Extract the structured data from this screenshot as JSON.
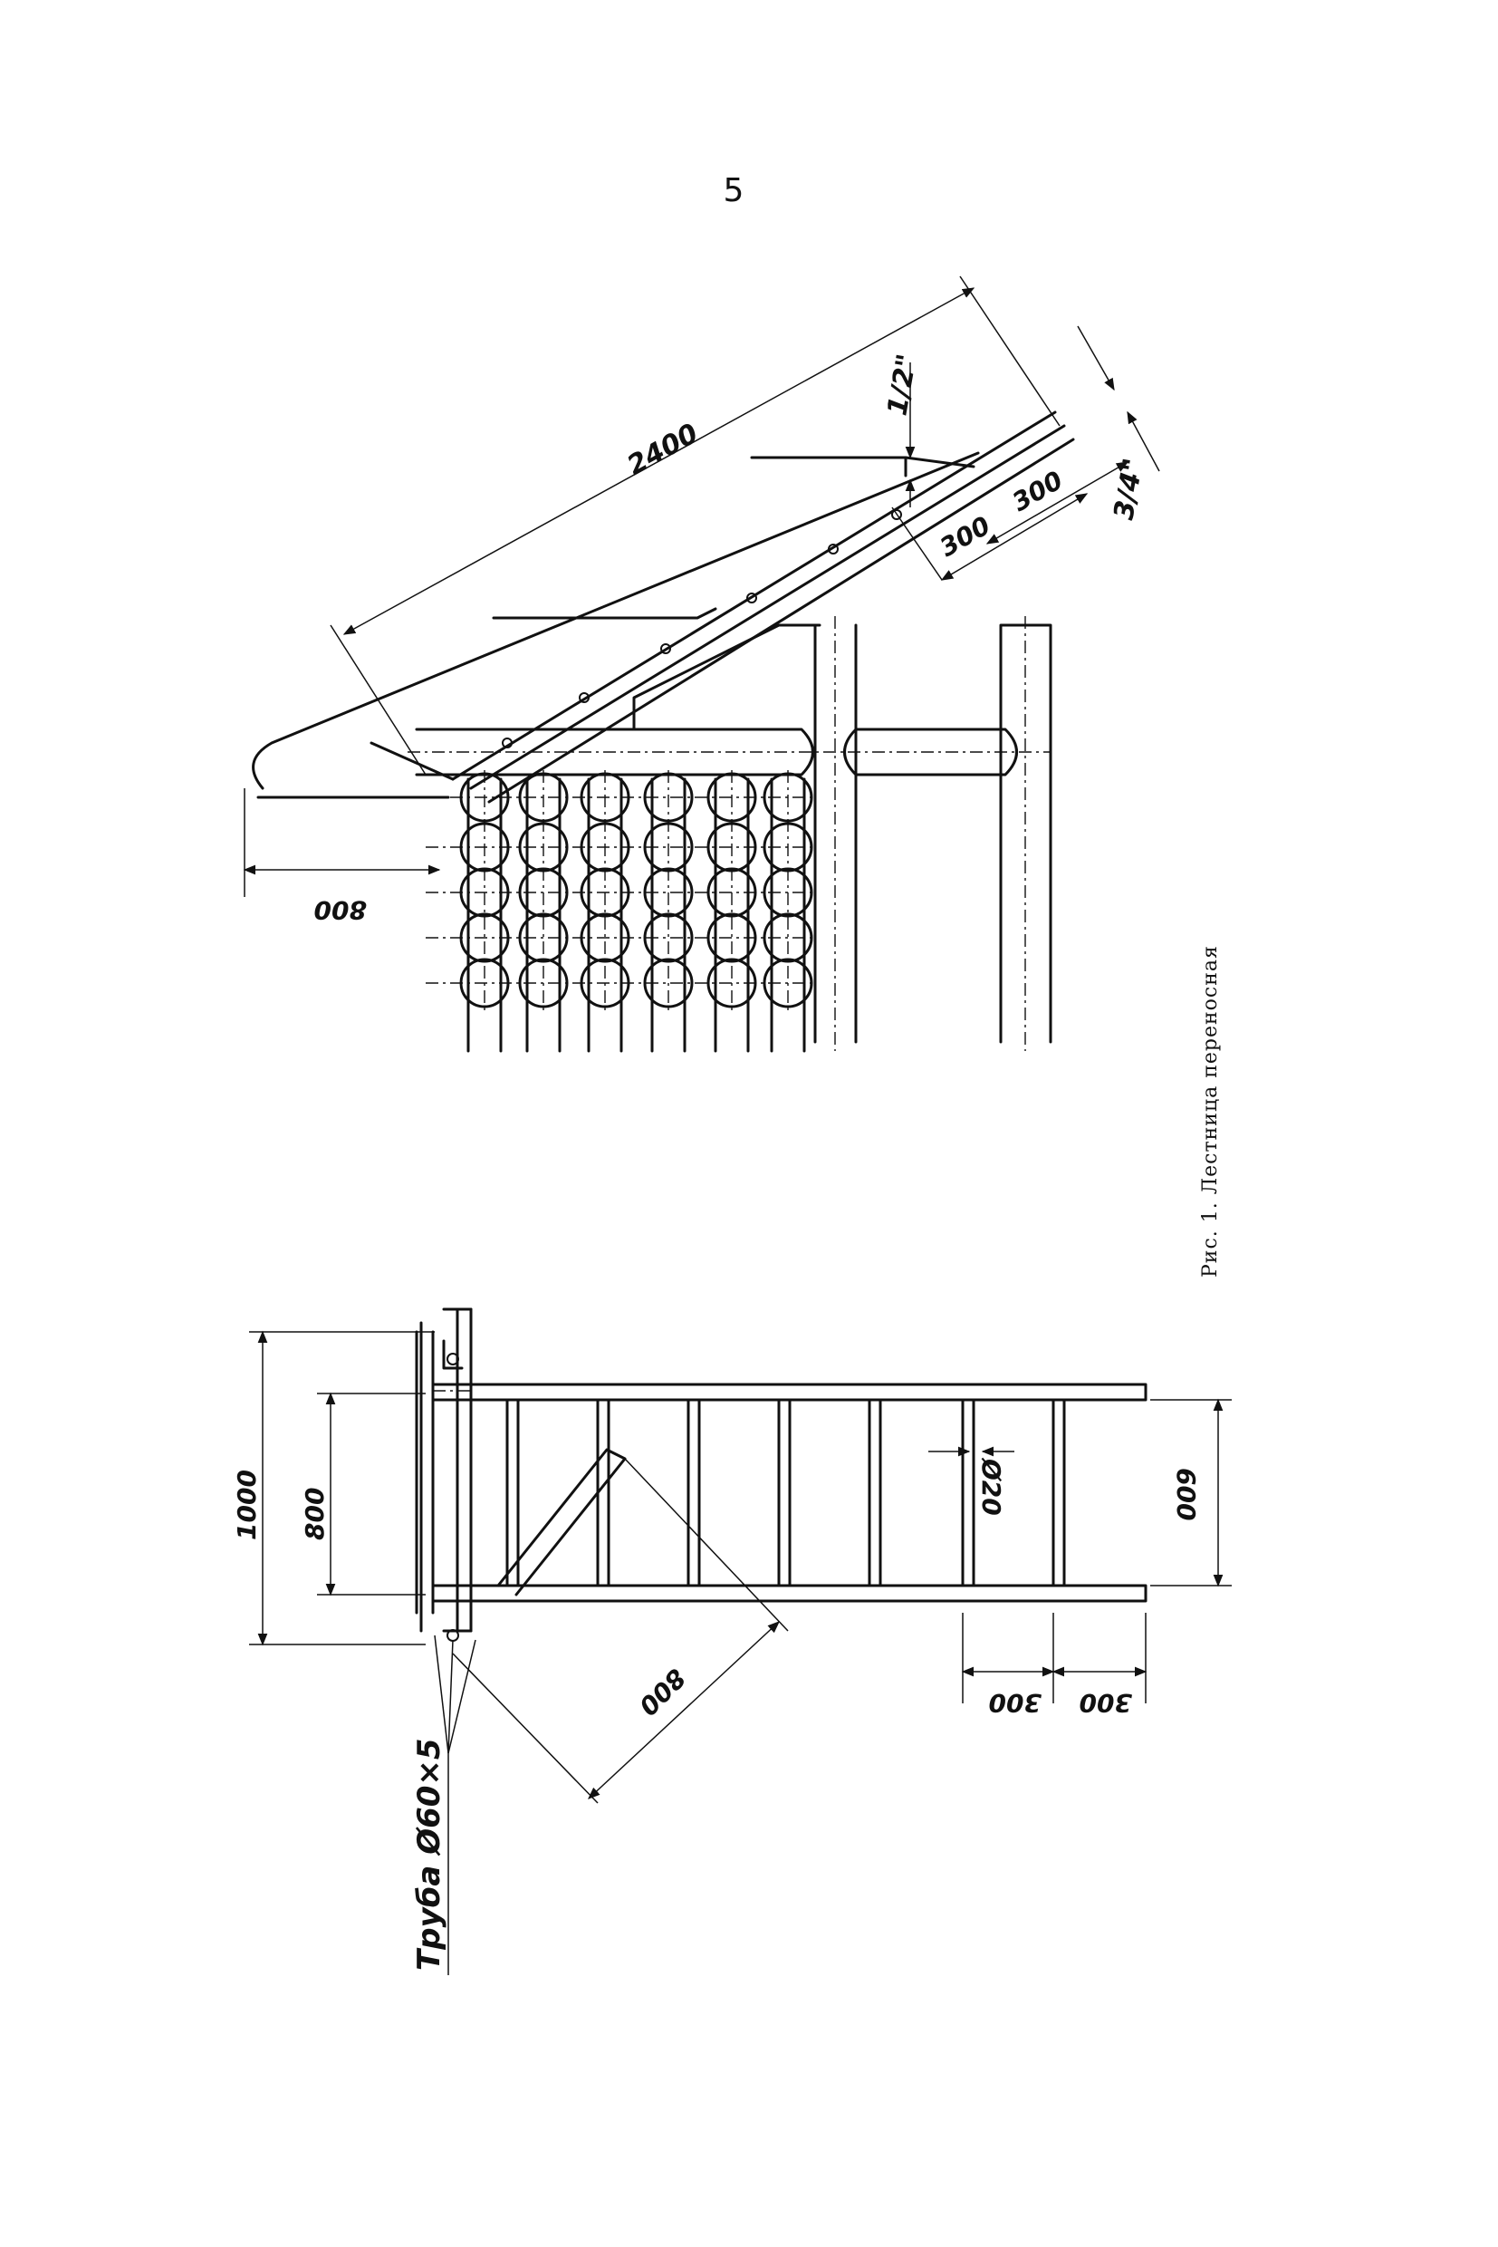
{
  "page_number": "5",
  "caption": "Рис. 1. Лестница переносная",
  "top_view": {
    "dim_length": "2400",
    "dim_pipe_top": "1/2\"",
    "dim_pipe_side": "3/4\"",
    "dim_step_a": "300",
    "dim_step_b": "300",
    "dim_hook": "800"
  },
  "side_view": {
    "dim_total_height": "1000",
    "dim_inner_height": "800",
    "dim_width": "600",
    "dim_rung_diameter": "Ø20",
    "dim_diagonal": "800",
    "dim_spacing_a": "300",
    "dim_spacing_b": "300",
    "pipe_label": "Труба Ø60×5"
  }
}
